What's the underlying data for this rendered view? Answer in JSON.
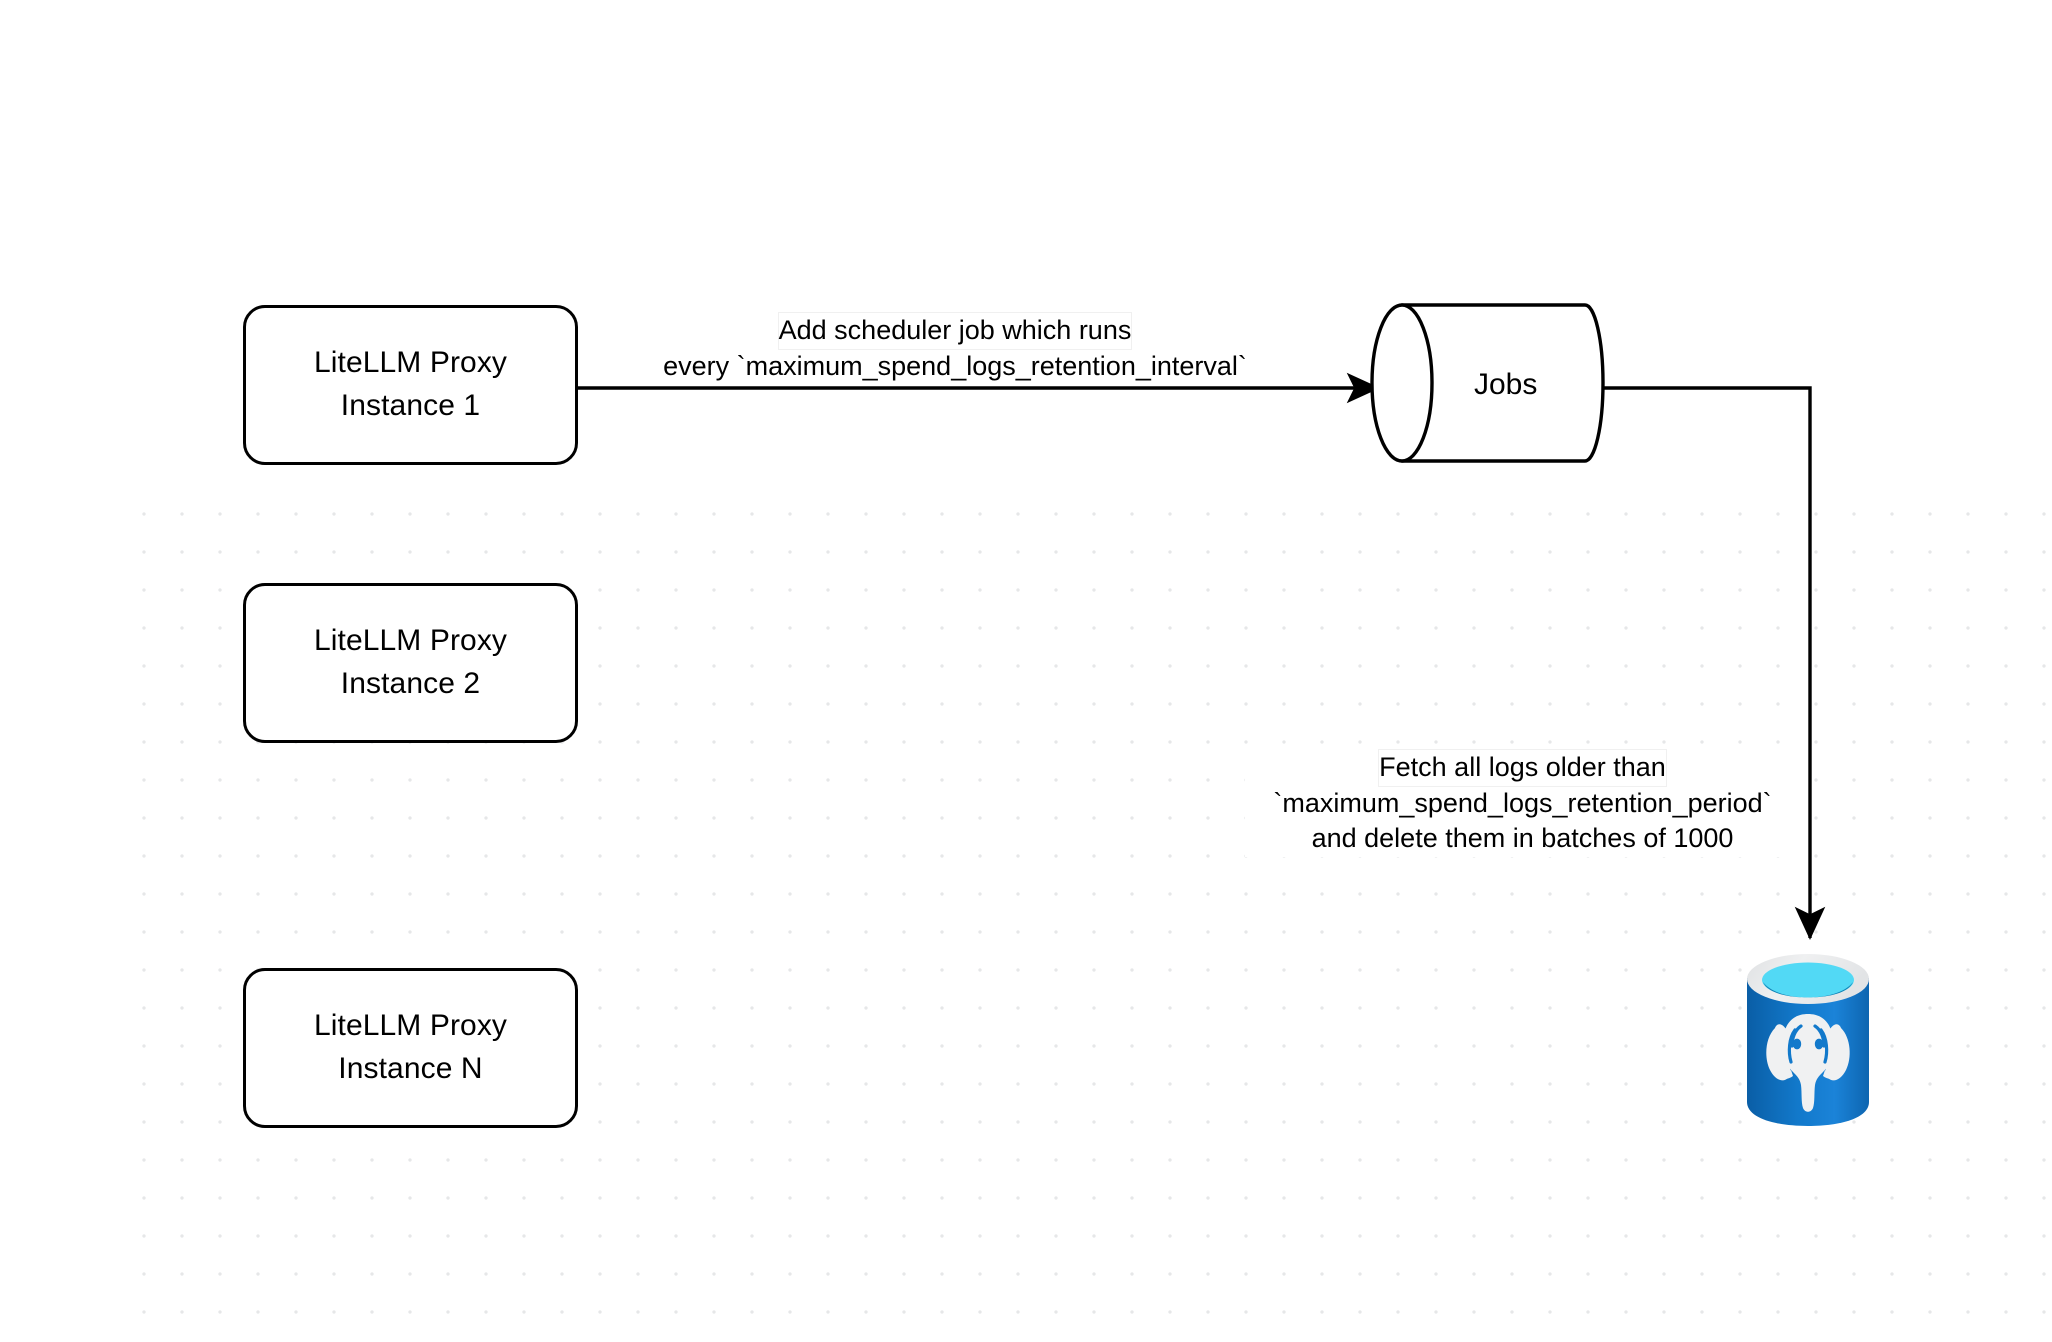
{
  "diagram": {
    "type": "flow-diagram",
    "title": "LiteLLM spend logs retention scheduler flow",
    "background_color": "#ffffff",
    "grid_dot_color": "#e6e7e8",
    "stroke_color": "#000000",
    "nodes": [
      {
        "id": "proxy-1",
        "shape": "rounded-rectangle",
        "line1": "LiteLLM Proxy",
        "line2": "Instance 1"
      },
      {
        "id": "proxy-2",
        "shape": "rounded-rectangle",
        "line1": "LiteLLM Proxy",
        "line2": "Instance 2"
      },
      {
        "id": "proxy-n",
        "shape": "rounded-rectangle",
        "line1": "LiteLLM Proxy",
        "line2": "Instance N"
      },
      {
        "id": "jobs",
        "shape": "cylinder",
        "label": "Jobs"
      },
      {
        "id": "postgres",
        "shape": "database-icon",
        "icon": "postgresql-elephant-icon",
        "colors": {
          "body_dark": "#0a5ea6",
          "body_light": "#1b83d8",
          "rim": "#e9eaec",
          "liquid_top": "#52d9f5",
          "liquid_inner": "#1180b4",
          "elephant": "#f0f1f2"
        }
      }
    ],
    "edges": [
      {
        "id": "edge-proxy1-jobs",
        "from": "proxy-1",
        "to": "jobs",
        "arrow": "to",
        "label_line1": "Add scheduler job which runs",
        "label_line2": "every `maximum_spend_logs_retention_interval`"
      },
      {
        "id": "edge-jobs-postgres",
        "from": "jobs",
        "to": "postgres",
        "arrow": "to",
        "label_line1": "Fetch all logs older than",
        "label_line2": "`maximum_spend_logs_retention_period`",
        "label_line3": "and delete them in batches of 1000"
      }
    ]
  }
}
